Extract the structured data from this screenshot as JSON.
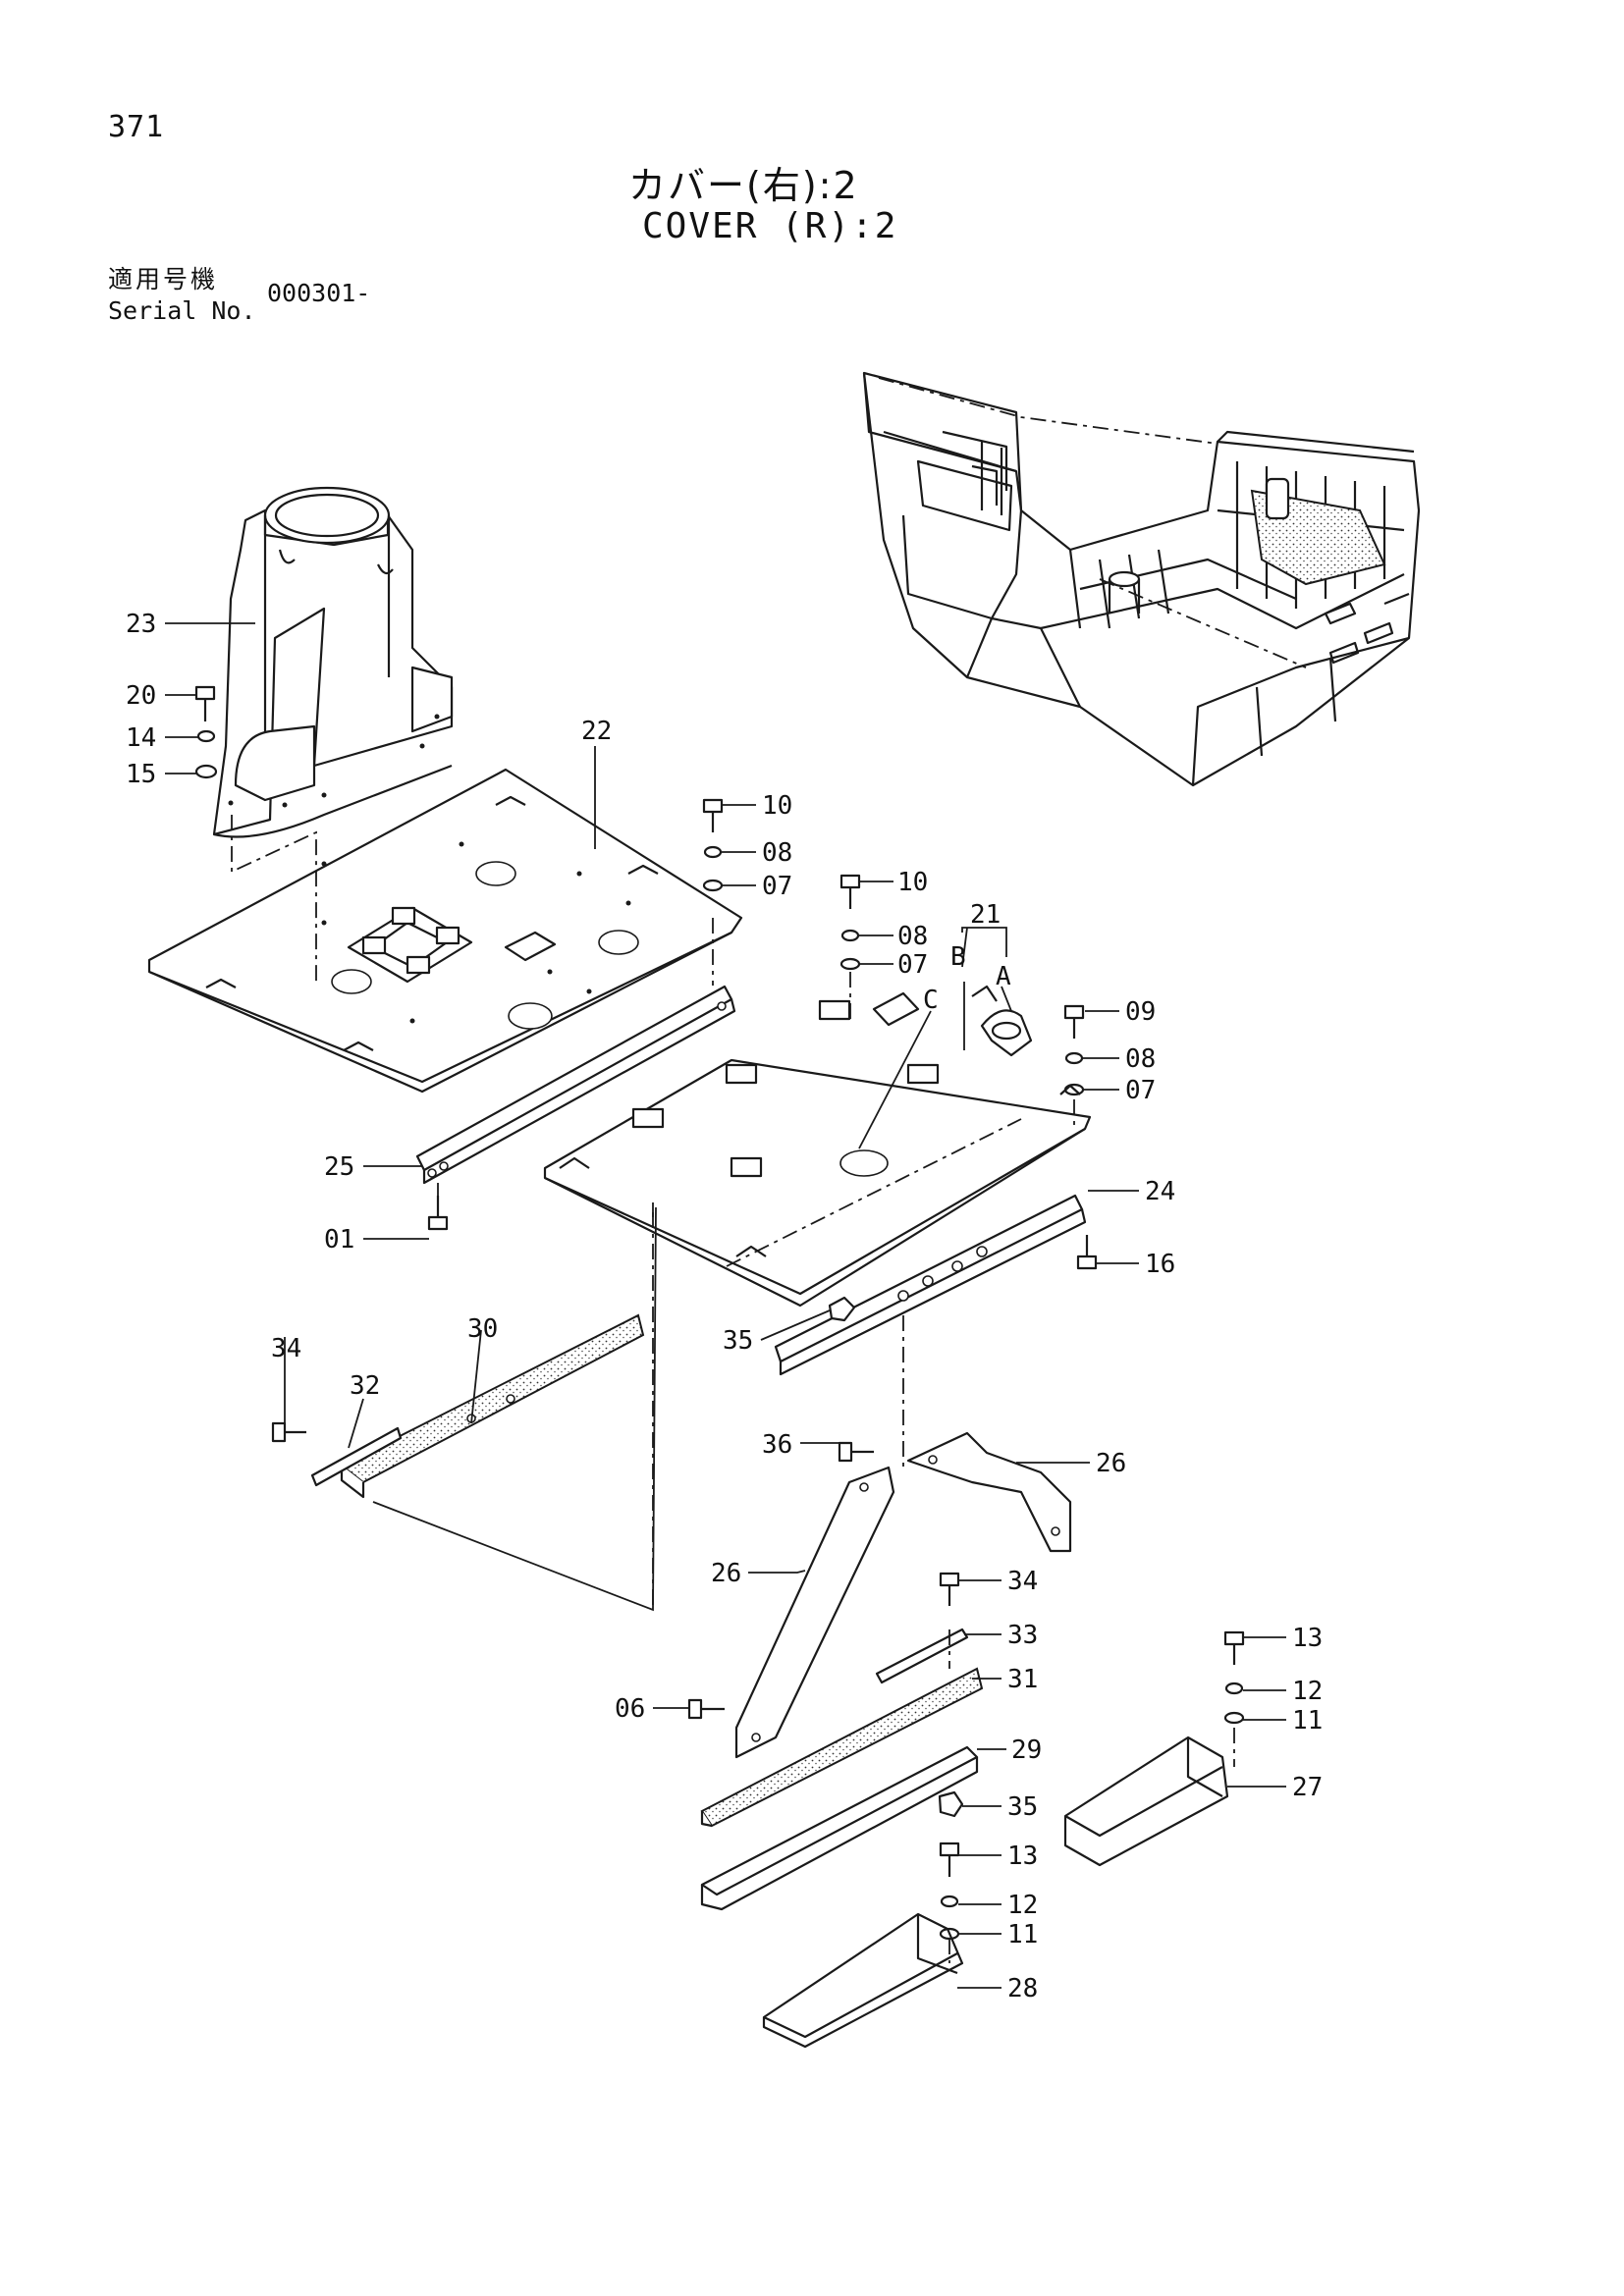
{
  "page_number": "371",
  "title_jp": "カバー(右):2",
  "title_en": "COVER (R):2",
  "serial": {
    "label_jp": "適用号機",
    "label_en": "Serial No.",
    "value": "000301-"
  },
  "callouts": {
    "c23": "23",
    "c20": "20",
    "c14": "14",
    "c15": "15",
    "c22": "22",
    "c10a": "10",
    "c08a": "08",
    "c07a": "07",
    "c10b": "10",
    "c08b": "08",
    "c07b": "07",
    "c21": "21",
    "cB": "B",
    "cA": "A",
    "cC": "C",
    "c09": "09",
    "c08c": "08",
    "c07c": "07",
    "c25": "25",
    "c24": "24",
    "c01": "01",
    "c16": "16",
    "c34a": "34",
    "c32": "32",
    "c30": "30",
    "c35a": "35",
    "c36": "36",
    "c26a": "26",
    "c26b": "26",
    "c34b": "34",
    "c33": "33",
    "c31": "31",
    "c06": "06",
    "c13a": "13",
    "c12a": "12",
    "c11a": "11",
    "c27": "27",
    "c29": "29",
    "c35b": "35",
    "c13b": "13",
    "c12b": "12",
    "c11b": "11",
    "c28": "28"
  },
  "colors": {
    "line": "#1a1a1a",
    "background": "#ffffff"
  }
}
